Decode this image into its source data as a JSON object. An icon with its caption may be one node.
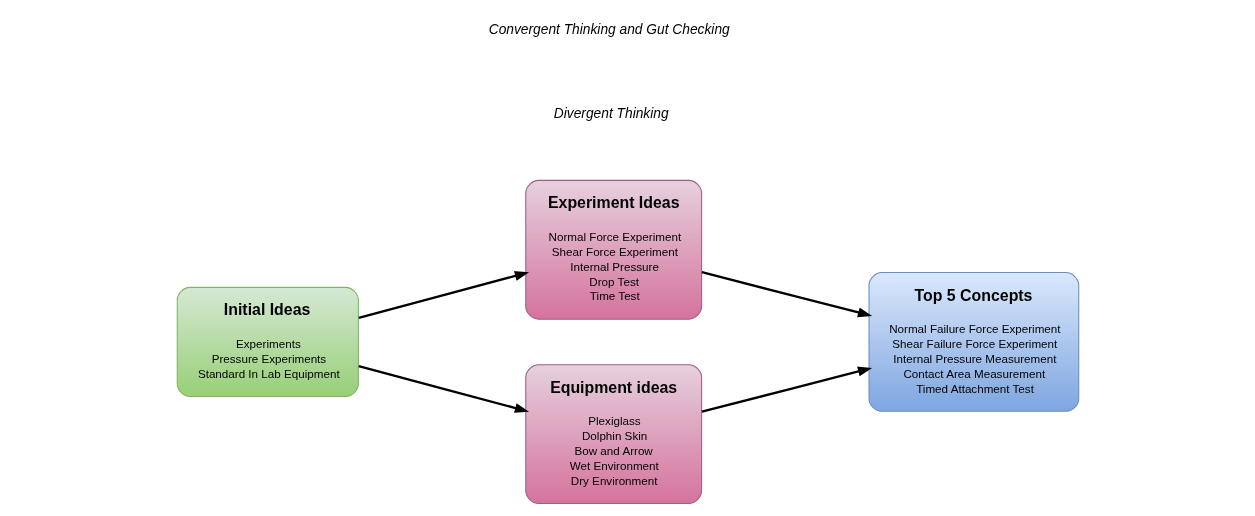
{
  "diagram": {
    "nodes": [
      {
        "text": [
          "Initial Ideas",
          "Experiments",
          "Pressure Experiments",
          "Standard In Lab Equipment"
        ]
      },
      {
        "text": [
          "Experiment Ideas",
          "Normal Force Experiment",
          "Shear Force Experiment",
          "Internal Pressure",
          "Drop Test",
          "Time Test"
        ]
      },
      {
        "text": [
          "Equipment ideas",
          "Plexiglass",
          "Dolphin Skin",
          "Bow and Arrow",
          "Wet Environment",
          "Dry Environment"
        ]
      },
      {
        "text": [
          "Top 5 Concepts",
          "Normal Failure Force Experiment",
          "Shear Failure Force Experiment",
          "Internal Pressure Measurement",
          "Contact Area Measurement",
          "Timed Attachment Test"
        ]
      }
    ],
    "edges": [
      {
        "from": 0,
        "to": 1,
        "arrow": "to"
      },
      {
        "from": 0,
        "to": 2,
        "arrow": "to"
      },
      {
        "from": 1,
        "to": 3,
        "arrow": "to"
      },
      {
        "from": 2,
        "to": 3,
        "arrow": "to"
      }
    ],
    "labels": [
      "Divergent Thinking",
      "Convergent Thinking and Gut Checking"
    ]
  }
}
